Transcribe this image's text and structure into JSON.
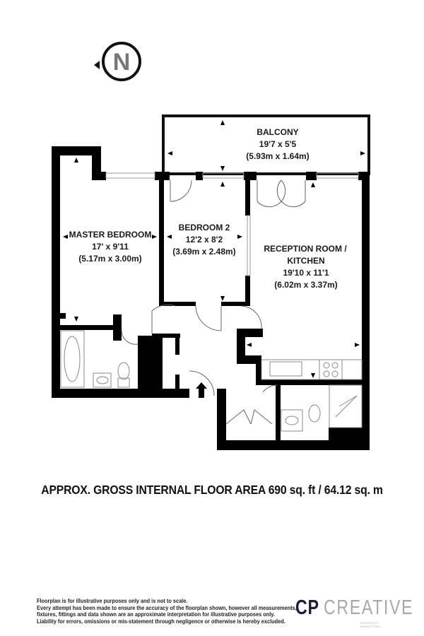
{
  "compass": {
    "letter": "N",
    "icon": "north-compass-icon"
  },
  "rooms": [
    {
      "name": "BALCONY",
      "imperial": "19'7 x 5'5",
      "metric": "(5.93m x 1.64m)"
    },
    {
      "name": "MASTER BEDROOM",
      "imperial": "17' x 9'11",
      "metric": "(5.17m x 3.00m)"
    },
    {
      "name": "BEDROOM 2",
      "imperial": "12'2 x 8'2",
      "metric": "(3.69m x 2.48m)"
    },
    {
      "name": "RECEPTION ROOM  /",
      "name2": "KITCHEN",
      "imperial": "19'10 x 11'1",
      "metric": "(6.02m x 3.37m)"
    }
  ],
  "floor_area": "APPROX. GROSS INTERNAL FLOOR AREA 690 sq. ft / 64.12 sq. m",
  "disclaimer": [
    "Floorplan is for illustrative purposes only and is not to scale.",
    "Every attempt has been made to ensure the accuracy of the floorplan shown, however all measurements,",
    "fixtures, fittings and data shown are an approximate interpretation for illustrative purposes only.",
    "Liability for errors, omissions or mis-statement through negligence or otherwise is hereby excluded."
  ],
  "logo": {
    "part1": "CP",
    "part2": "CREATIVE",
    "tagline": "PROPERTY MARKETING",
    "colors": {
      "cp": "#1c1c3f",
      "creative": "#a7a9ad"
    }
  }
}
